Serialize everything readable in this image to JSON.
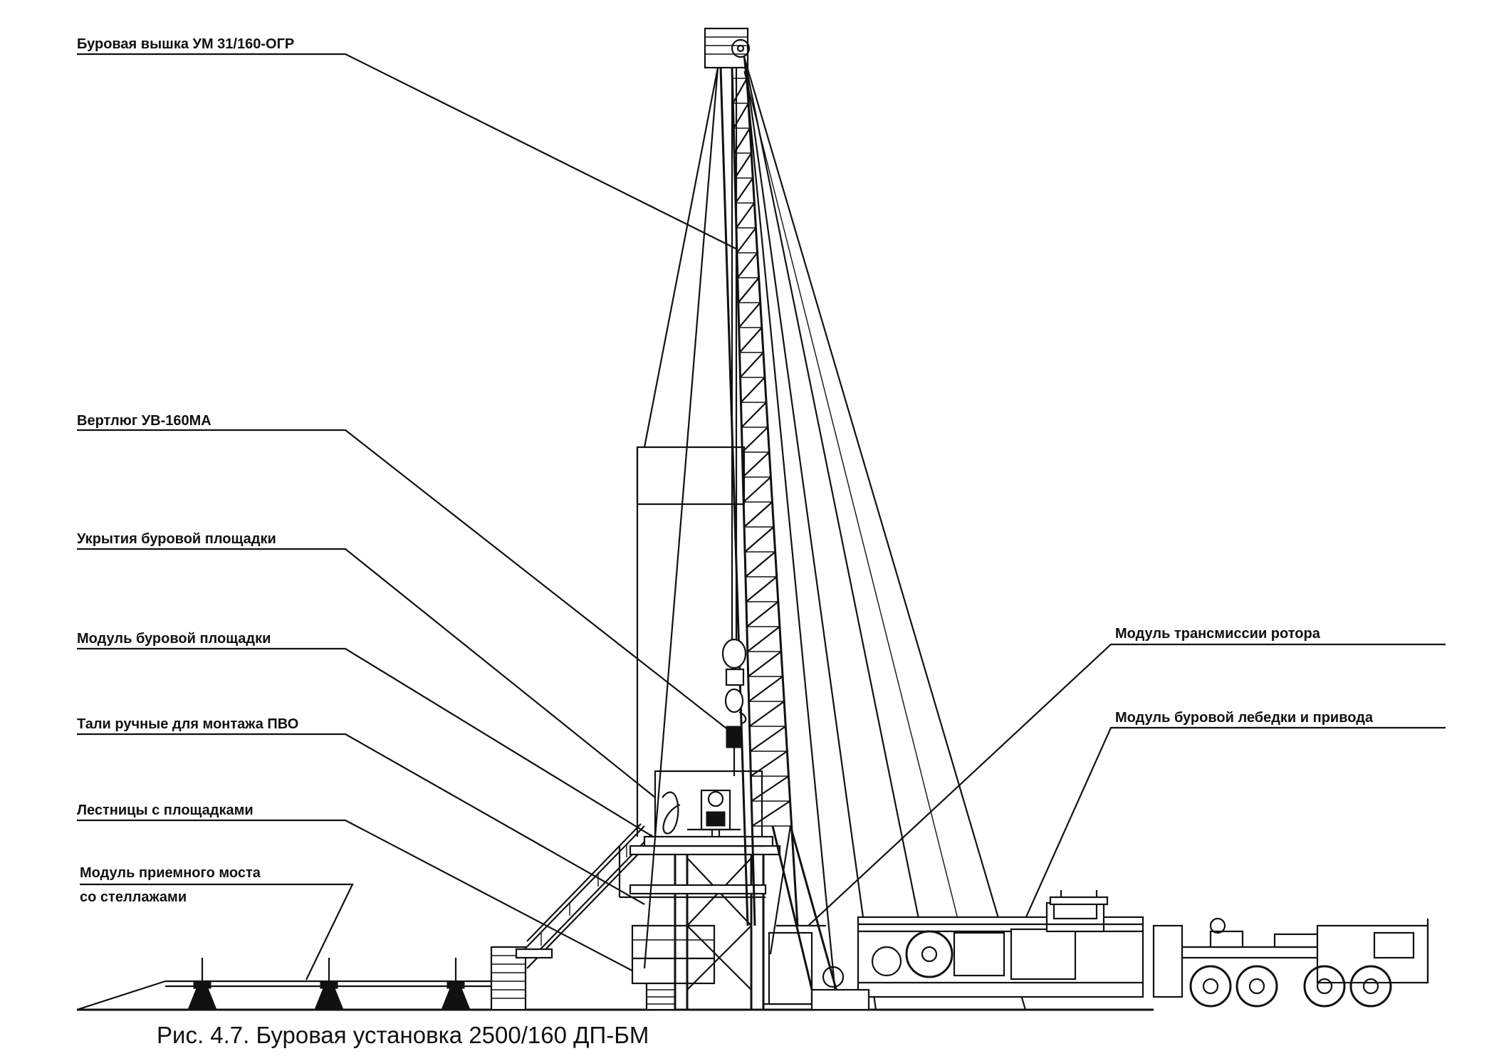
{
  "labels": {
    "derrick": "Буровая вышка УМ 31/160-ОГР",
    "swivel": "Вертлюг УВ-160МА",
    "floor_shelter": "Укрытия буровой площадки",
    "floor_module": "Модуль буровой площадки",
    "hoist": "Тали ручные для монтажа ПВО",
    "stairs": "Лестницы с площадками",
    "bridge_line1": "Модуль приемного моста",
    "bridge_line2": "со стеллажами",
    "rotor_transmission": "Модуль трансмиссии ротора",
    "drawworks": "Модуль буровой лебедки и привода"
  },
  "caption": "Рис. 4.7. Буровая установка 2500/160 ДП-БМ",
  "colors": {
    "ink": "#111111",
    "paper": "#ffffff"
  }
}
